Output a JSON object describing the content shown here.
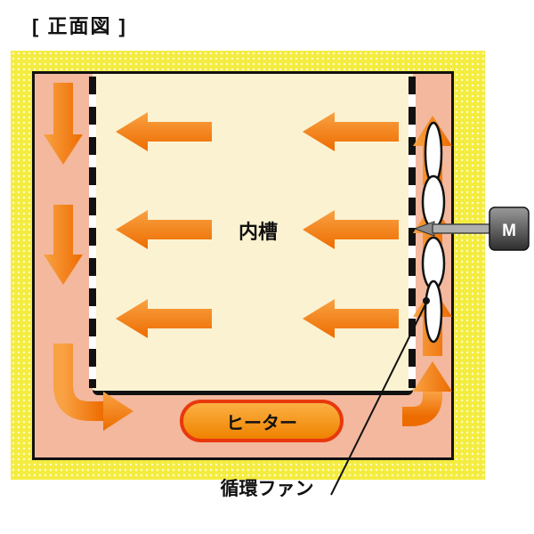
{
  "title": "[ 正面図 ]",
  "labels": {
    "inner_chamber": "内槽",
    "heater": "ヒーター",
    "fan": "循環ファン",
    "motor": "M"
  },
  "colors": {
    "frame_yellow": "#f4ec3e",
    "chamber_pink": "#f3b89e",
    "inner_cream": "#fbf2d1",
    "arrow_light": "#f9a243",
    "arrow_dark": "#ed6c00",
    "heater_border": "#e8380d",
    "outline_black": "#111111",
    "motor_dark_gray": "#3a3a3a"
  }
}
